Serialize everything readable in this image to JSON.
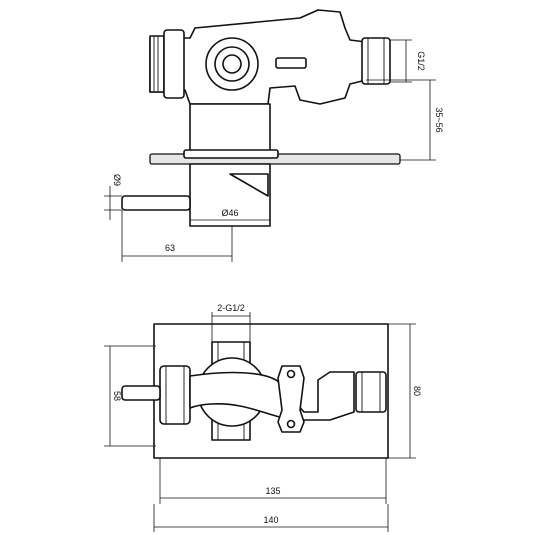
{
  "dimensions": {
    "thread_side": "G1/2",
    "depth_range": "35~56",
    "stem_dia": "Ø9",
    "body_dia": "Ø46",
    "stem_reach": "63",
    "thread_top": "2-G1/2",
    "height_inner": "58",
    "height_outer": "80",
    "width_inner": "135",
    "width_outer": "140"
  }
}
